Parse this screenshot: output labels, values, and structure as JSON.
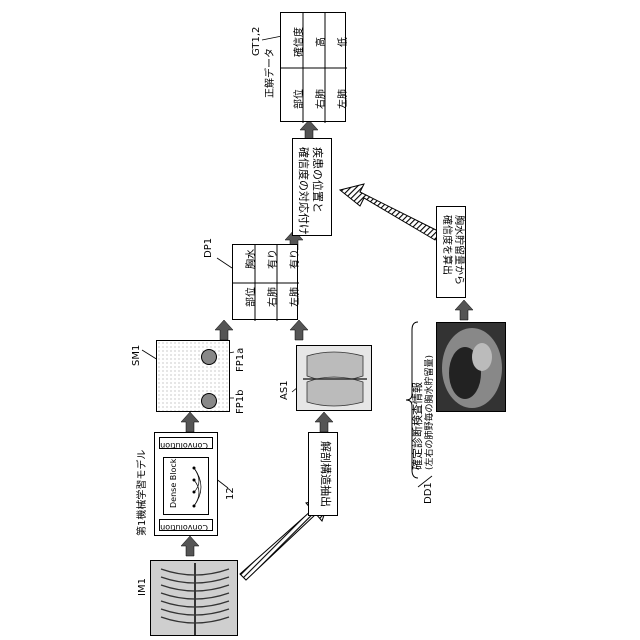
{
  "labels": {
    "im1": "IM1",
    "model_title": "第1機械学習モデル",
    "conv_top": "Convolution",
    "conv_bottom": "Convolution",
    "dense_block": "Dense Block",
    "ref12": "12",
    "sm1": "SM1",
    "fp1a": "FP1a",
    "fp1b": "FP1b",
    "extract": "解剖構造抽出",
    "as1": "AS1",
    "dp1": "DP1",
    "assoc_line1": "疾患の位置と",
    "assoc_line2": "確信度の対応付け",
    "gt": "GT1,2",
    "gt_title": "正解データ",
    "dd1": "DD1",
    "diag_line1": "確定診断検査情報",
    "diag_line2": "(左右の肺野毎の胸水貯留量)",
    "calc_line1": "胸水貯留量から",
    "calc_line2": "確信度を算出"
  },
  "dp1_table": {
    "headers": [
      "部位",
      "胸水"
    ],
    "rows": [
      [
        "右肺",
        "有り"
      ],
      [
        "左肺",
        "有り"
      ]
    ]
  },
  "gt_table": {
    "headers": [
      "部位",
      "確信度"
    ],
    "rows": [
      [
        "右肺",
        "高"
      ],
      [
        "左肺",
        "低"
      ]
    ]
  }
}
